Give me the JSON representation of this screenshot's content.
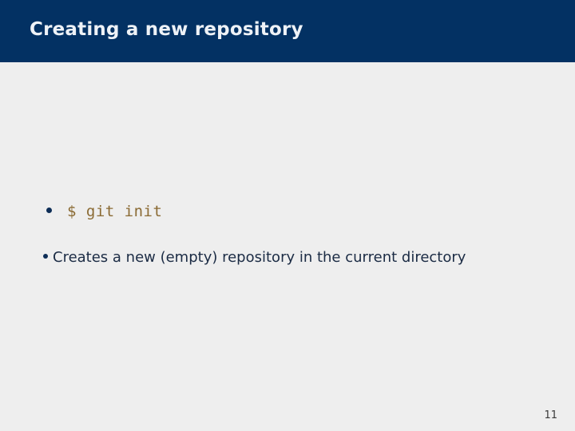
{
  "slide": {
    "title": "Creating a new repository",
    "page_number": "11",
    "colors": {
      "header_band": "#033163",
      "background": "#eeeeee",
      "title_text": "#eef2f7",
      "bullet_marker": "#0d2d56",
      "code_text": "#8a6a33",
      "body_text": "#1b2b44",
      "page_number_text": "#3a3a3a"
    },
    "bullets": [
      {
        "marker": "bullet-dot",
        "style": "code",
        "text": "$ git init"
      },
      {
        "marker": "bullet-dot",
        "style": "body",
        "text": "Creates a new (empty) repository in the current directory"
      }
    ]
  }
}
